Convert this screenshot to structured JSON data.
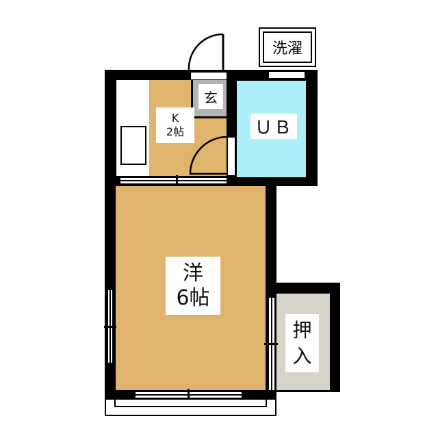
{
  "floorplan": {
    "rooms": {
      "kitchen": {
        "name": "K",
        "size": "2帖"
      },
      "entrance": {
        "name": "玄"
      },
      "bath": {
        "name": "ＵＢ"
      },
      "western_room": {
        "name": "洋",
        "size": "6帖"
      },
      "closet": {
        "name_line1": "押",
        "name_line2": "入"
      },
      "laundry": {
        "name": "洗濯"
      }
    },
    "colors": {
      "wall": "#000000",
      "wood_floor": "#e0b46c",
      "bath_floor": "#aeeefb",
      "closet_floor": "#d6d4c8",
      "entrance_floor": "#b4b4b4"
    }
  }
}
